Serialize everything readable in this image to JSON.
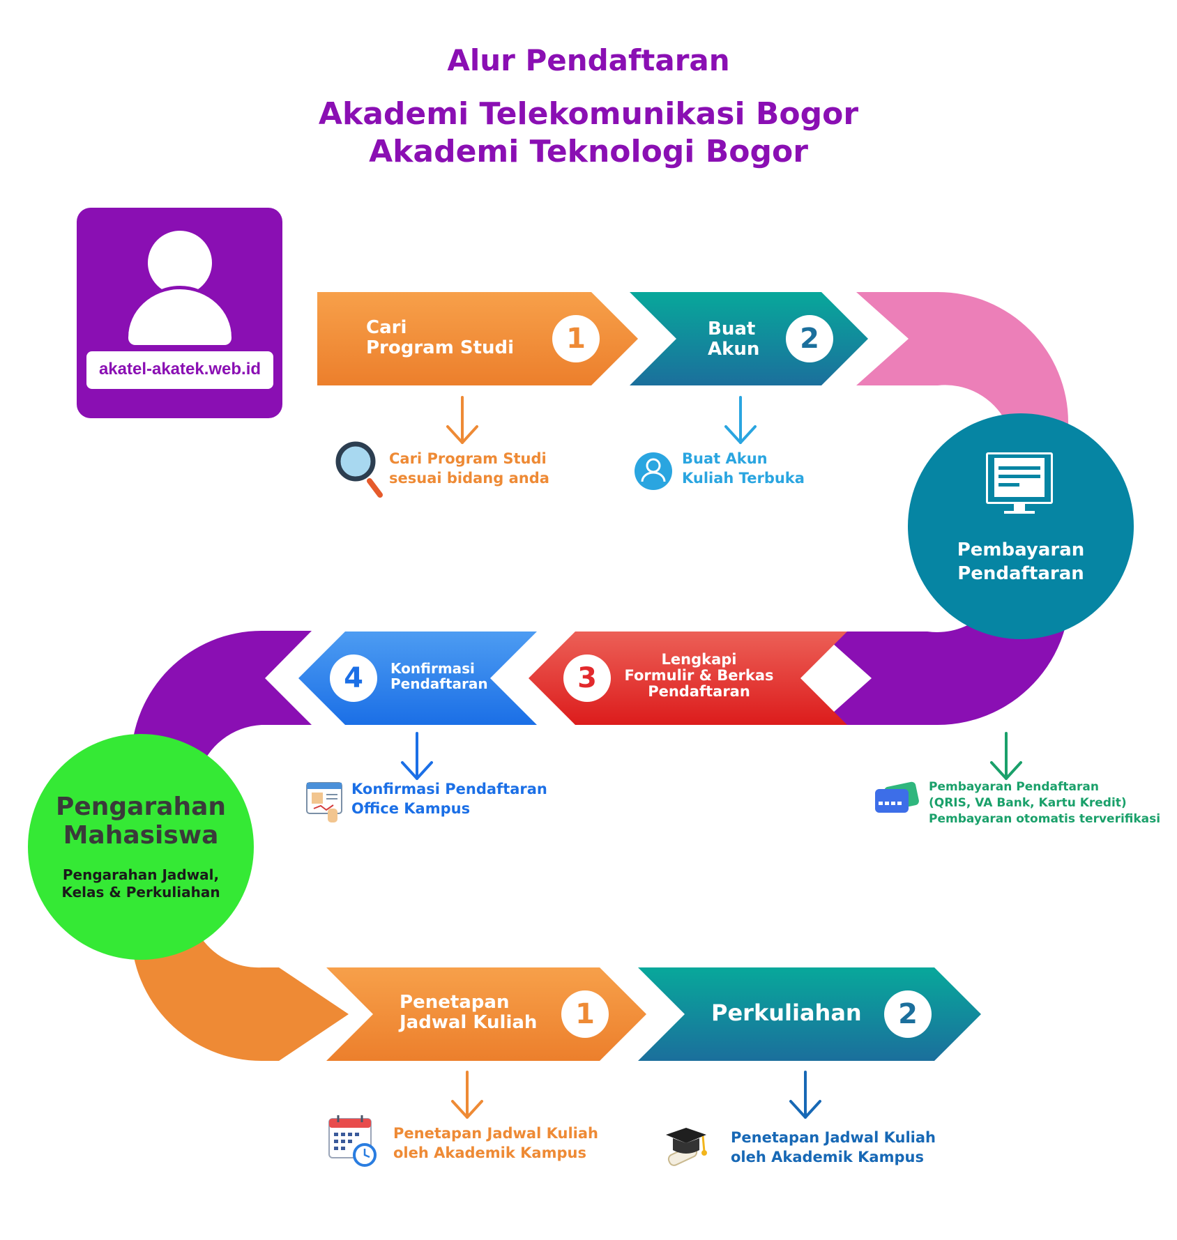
{
  "header": {
    "line1": "Alur Pendaftaran",
    "line2": "Akademi Telekomunikasi Bogor",
    "line3": "Akademi Teknologi Bogor"
  },
  "user_card": {
    "url": "akatel-akatek.web.id",
    "icon": "user-icon"
  },
  "row1": {
    "step1": {
      "line1": "Cari",
      "line2": "Program Studi",
      "number": "1"
    },
    "step2": {
      "line1": "Buat",
      "line2": "Akun",
      "number": "2"
    },
    "caption1": {
      "line1": "Cari Program Studi",
      "line2": "sesuai bidang anda",
      "icon": "magnifier-icon"
    },
    "caption2": {
      "line1": "Buat Akun",
      "line2": "Kuliah Terbuka",
      "icon": "account-icon"
    }
  },
  "payment_circle": {
    "line1": "Pembayaran",
    "line2": "Pendaftaran",
    "icon": "form-monitor-icon"
  },
  "row2": {
    "step3": {
      "line1": "Lengkapi",
      "line2": "Formulir & Berkas",
      "line3": "Pendaftaran",
      "number": "3"
    },
    "step4": {
      "line1": "Konfirmasi",
      "line2": "Pendaftaran",
      "number": "4"
    },
    "caption4": {
      "line1": "Konfirmasi Pendaftaran",
      "line2": "Office Kampus",
      "icon": "id-card-icon"
    },
    "caption_payment": {
      "line1": "Pembayaran Pendaftaran",
      "line2": "(QRIS, VA Bank, Kartu Kredit)",
      "line3": "Pembayaran otomatis terverifikasi",
      "icon": "credit-card-icon"
    }
  },
  "guidance_circle": {
    "title_line1": "Pengarahan",
    "title_line2": "Mahasiswa",
    "sub_line1": "Pengarahan Jadwal,",
    "sub_line2": "Kelas & Perkuliahan"
  },
  "row3": {
    "step1": {
      "line1": "Penetapan",
      "line2": "Jadwal Kuliah",
      "number": "1"
    },
    "step2": {
      "label": "Perkuliahan",
      "number": "2"
    },
    "caption1": {
      "line1": "Penetapan Jadwal Kuliah",
      "line2": "oleh Akademik Kampus",
      "icon": "calendar-icon"
    },
    "caption2": {
      "line1": "Penetapan Jadwal Kuliah",
      "line2": "oleh Akademik Kampus",
      "icon": "graduation-cap-icon"
    }
  },
  "colors": {
    "purple": "#8a0fb3",
    "orange": "#ee8a35",
    "teal": "#0f8f9a",
    "pink": "#ec7fb8",
    "blue": "#2f86e8",
    "red": "#e2292c",
    "green": "#35e935",
    "payment": "#0685a3",
    "caption_green": "#1aa06a",
    "caption_blue": "#2aa5e0",
    "caption_dark_blue": "#1768b5"
  }
}
